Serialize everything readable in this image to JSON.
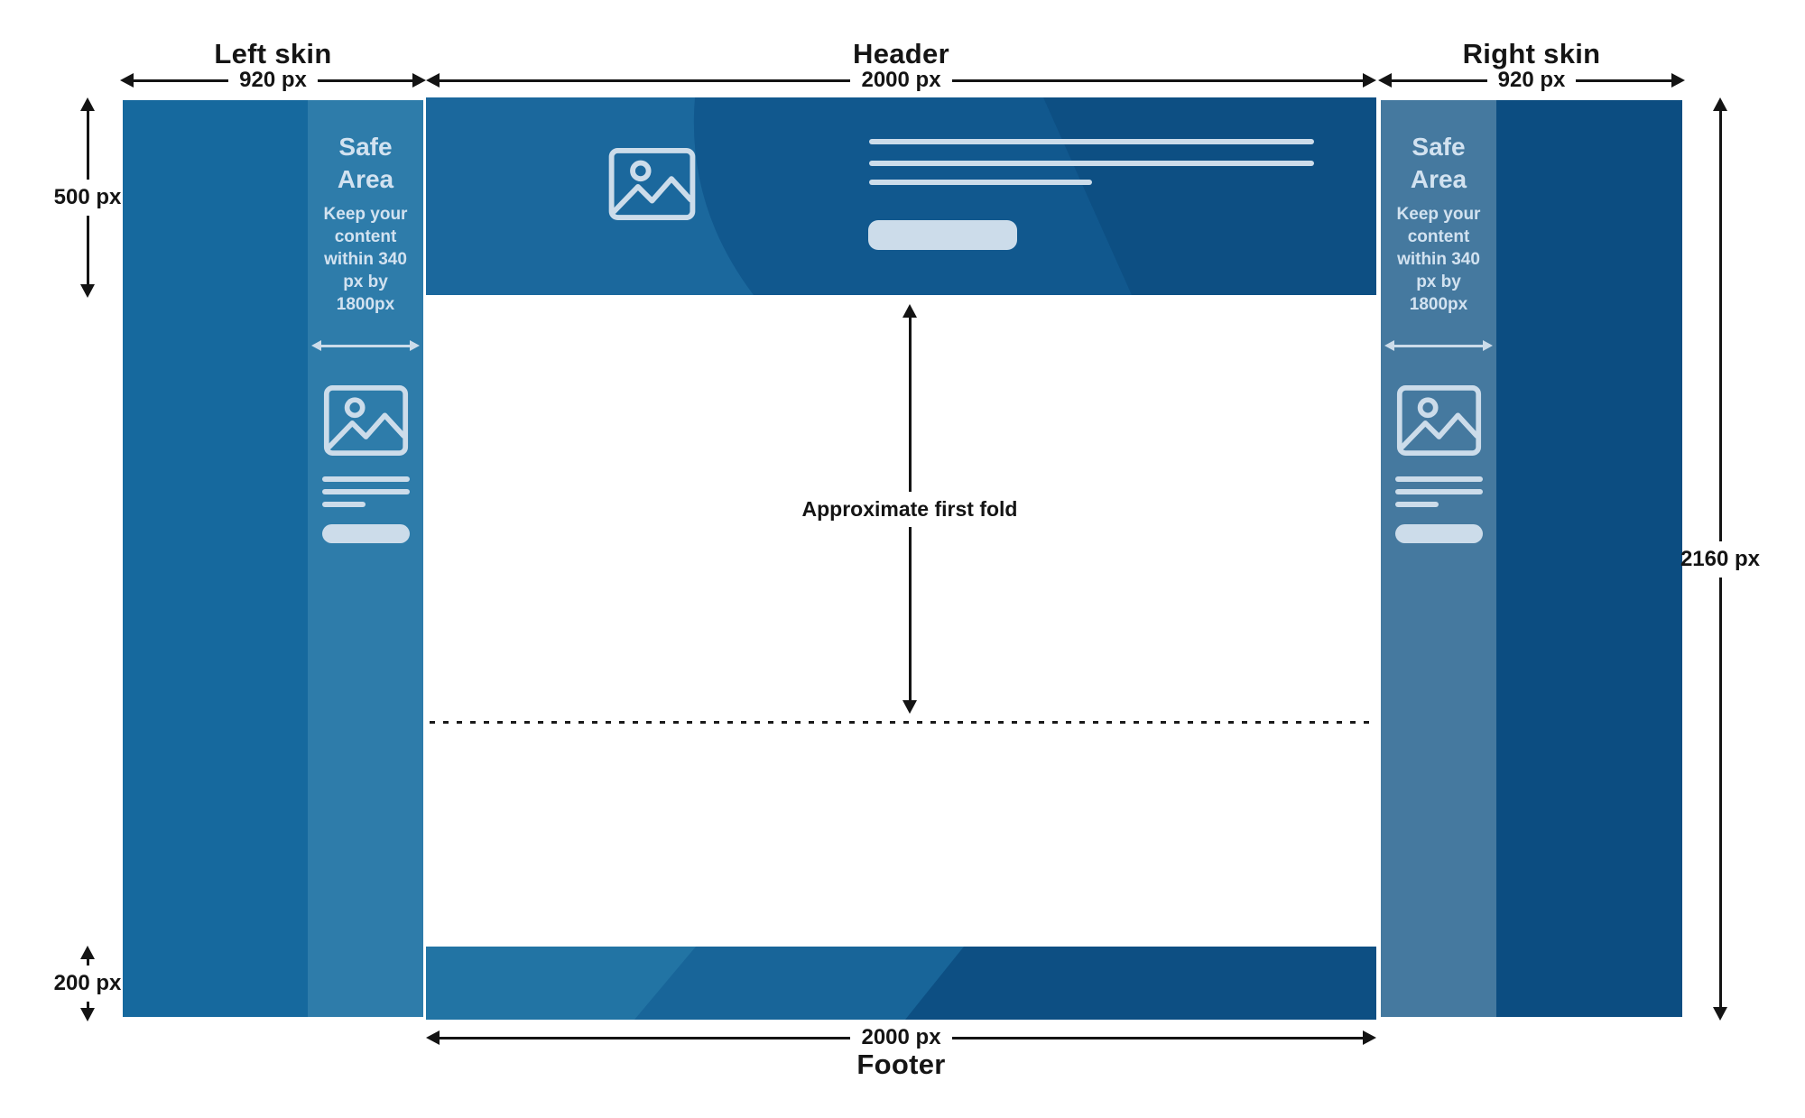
{
  "sections": {
    "left_skin": {
      "title": "Left skin",
      "width_label": "920 px"
    },
    "header": {
      "title": "Header",
      "width_label": "2000 px"
    },
    "right_skin": {
      "title": "Right skin",
      "width_label": "920 px"
    },
    "footer": {
      "title": "Footer",
      "width_label": "2000 px"
    }
  },
  "annotations": {
    "header_height": "500 px",
    "footer_height": "200 px",
    "page_height": "2160 px",
    "first_fold": "Approximate first fold"
  },
  "safe_area": {
    "heading": "Safe Area",
    "body": "Keep your content within 340 px by 1800px"
  },
  "colors": {
    "left_skin": "#16699e",
    "left_safe": "#2e7caa",
    "right_skin": "#0c4d81",
    "right_safe": "#45799f",
    "band_dark": "#0d4f83",
    "band_mid": "#11588e",
    "band_light": "#1b689d",
    "footer_light": "#2274a4",
    "footer_mid": "#186599",
    "placeholder": "#ccdcea",
    "safe_text": "#d2e2f0",
    "annotation": "#141414",
    "dash": "#ffffff"
  }
}
